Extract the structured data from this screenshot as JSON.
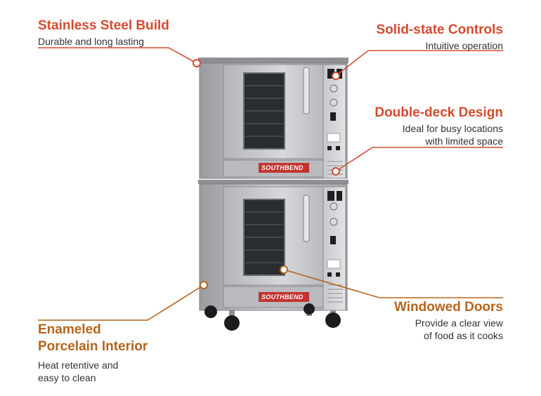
{
  "brand": {
    "name": "SOUTHBEND"
  },
  "colors": {
    "accent": "#d64a2e",
    "accent_alt": "#b5651d"
  },
  "callouts": {
    "stainless": {
      "title": "Stainless Steel Build",
      "desc": "Durable and long lasting"
    },
    "controls": {
      "title": "Solid-state Controls",
      "desc": "Intuitive operation"
    },
    "double_deck": {
      "title": "Double-deck Design",
      "desc_1": "Ideal for busy locations",
      "desc_2": "with limited space"
    },
    "windowed": {
      "title": "Windowed Doors",
      "desc_1": "Provide a clear view",
      "desc_2": "of food as it cooks"
    },
    "enameled": {
      "title_1": "Enameled",
      "title_2": "Porcelain Interior",
      "desc_1": "Heat retentive and",
      "desc_2": "easy to clean"
    }
  }
}
